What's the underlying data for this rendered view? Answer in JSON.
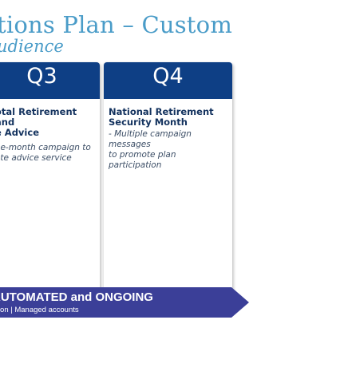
{
  "title": {
    "line1": "tions Plan – Custom",
    "line2": "udience"
  },
  "quarters": [
    {
      "label": "Q3",
      "event_title": "otal Retirement and e Advice",
      "event_title_lines": [
        "otal Retirement and",
        "e Advice"
      ],
      "description_lines": [
        "ee-month campaign to",
        "ote advice service"
      ]
    },
    {
      "label": "Q4",
      "event_title_lines": [
        "National Retirement",
        "Security Month"
      ],
      "description_lines": [
        " - Multiple campaign messages",
        "to promote plan participation"
      ]
    }
  ],
  "banner": {
    "title": "AUTOMATED and ONGOING",
    "subtitle": "ation | Managed accounts",
    "color": "#3b3f98"
  },
  "colors": {
    "header_blue": "#0e3f85",
    "title_blue": "#4a9cc8"
  }
}
